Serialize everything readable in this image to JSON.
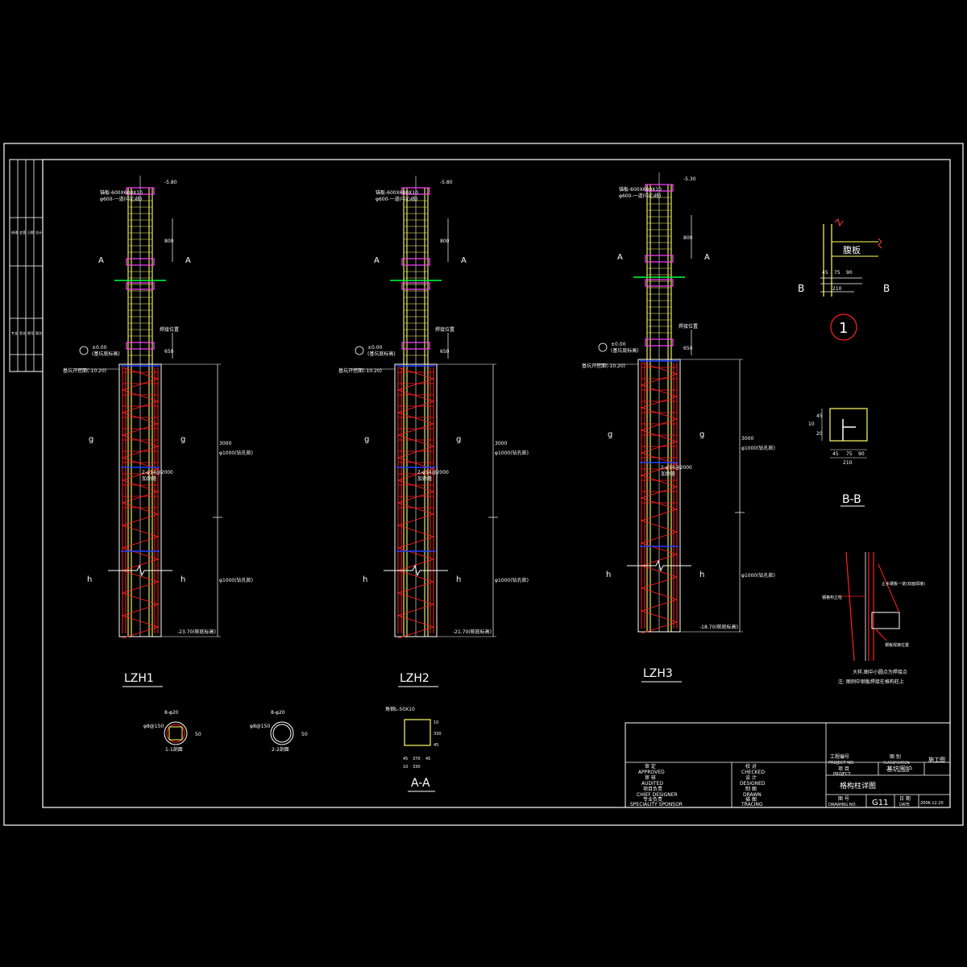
{
  "colors": {
    "background": "#000000",
    "border": "#ffffff",
    "column": "#ffff66",
    "pile_rebar": "#ff2020",
    "stirrup_ring": "#2040ff",
    "purple": "#ff40ff",
    "green": "#00ff40",
    "text": "#ffffff"
  },
  "columns": [
    {
      "title": "LZH1",
      "top_elevation": "-5.80",
      "pile_top_label": "基坑开挖面(-10.20)",
      "pile_bottom_label": "-23.70(桩底标高)",
      "section_a": "A",
      "section_g": "g",
      "section_h": "h",
      "anchor_label": "锚板-600X600X10",
      "anchor_sub": "φ600-一道(中心线)",
      "weld_label": "焊接位置",
      "dim_top": "800",
      "dim_mid": "650",
      "dim_upper": "3000",
      "dim_upper_sub": "φ1000(钻孔桩)",
      "dim_lower": "φ1000(钻孔桩)",
      "stirrup_label": "2-φ14@2000",
      "stirrup_sub": "加劲箍",
      "circle_mark": "±0.00",
      "circle_sub": "(基坑底标高)"
    },
    {
      "title": "LZH2",
      "top_elevation": "-5.80",
      "pile_top_label": "基坑开挖面(-10.20)",
      "pile_bottom_label": "-21.70(桩底标高)",
      "section_a": "A",
      "section_g": "g",
      "section_h": "h",
      "anchor_label": "锚板-600X600X10",
      "anchor_sub": "φ600-一道(中心线)",
      "weld_label": "焊接位置",
      "dim_top": "800",
      "dim_mid": "650",
      "dim_upper": "3000",
      "dim_upper_sub": "φ1000(钻孔桩)",
      "dim_lower": "φ1000(钻孔桩)",
      "stirrup_label": "2-φ14@2000",
      "stirrup_sub": "加劲箍",
      "circle_mark": "±0.00",
      "circle_sub": "(基坑底标高)"
    },
    {
      "title": "LZH3",
      "top_elevation": "-5.30",
      "pile_top_label": "基坑开挖面(-10.20)",
      "pile_bottom_label": "-18.70(桩底标高)",
      "section_a": "A",
      "section_g": "g",
      "section_h": "h",
      "anchor_label": "锚板-600X600X10",
      "anchor_sub": "φ600-一道(中心线)",
      "weld_label": "焊接位置",
      "dim_top": "800",
      "dim_mid": "650",
      "dim_upper": "3000",
      "dim_upper_sub": "φ1000(钻孔桩)",
      "dim_lower": "φ1000(钻孔桩)",
      "stirrup_label": "2-φ14@2000",
      "stirrup_sub": "加劲箍",
      "circle_mark": "±0.00",
      "circle_sub": "(基坑底标高)"
    }
  ],
  "detail1": {
    "label_plate": "腹板",
    "section_b": "B",
    "marker": "1",
    "dims": [
      "45",
      "75",
      "90"
    ],
    "dim_total": "210"
  },
  "detail_bb": {
    "title": "B-B",
    "dims_bottom": [
      "45",
      "75",
      "90"
    ],
    "dim_total": "210",
    "dims_side": [
      "10",
      "45",
      "20"
    ]
  },
  "anchor_detail": {
    "label_left": "钢格构立柱",
    "label_right": "止水钢板一道(双面焊接)",
    "label_bottom": "钢板焊接位置",
    "note1": "大样,图中小圆点为焊接点",
    "note2": "注: 图例中钢板焊接在格构柱上"
  },
  "small_sections": [
    {
      "top": "8-φ20",
      "left": "φ8@150",
      "right": "50",
      "name": "1-1剖面"
    },
    {
      "top": "8-φ20",
      "left": "φ8@150",
      "right": "50",
      "name": "2-2剖面"
    }
  ],
  "aa_section": {
    "title": "A-A",
    "top_label": "角钢L-50X10",
    "dims_bottom": [
      "45",
      "370",
      "45"
    ],
    "dims_bottom2": [
      "10",
      "330"
    ],
    "dims_side": [
      "10",
      "330",
      "45"
    ]
  },
  "title_block": {
    "approved": "审 定",
    "approved_en": "APPROVED",
    "audited": "审 核",
    "audited_en": "AUDITED",
    "chief": "项目负责",
    "chief_en": "CHIEF DESIGNER",
    "specialty": "专业负责",
    "specialty_en": "SPECIALITY SPONSOR",
    "checked": "校 对",
    "checked_en": "CHECKED",
    "designed": "设 计",
    "designed_en": "DESIGNED",
    "drawn": "制 图",
    "drawn_en": "DRAWN",
    "tracing": "描 图",
    "tracing_en": "TRACING",
    "project_no": "工程编号",
    "project_no_en": "PROJECT NO.",
    "classification": "图 别",
    "classification_en": "CLASSIFICATION",
    "class_value": "施工图",
    "project": "项 目",
    "project_en": "PROJECT",
    "project_value": "基坑围护",
    "drawing_title": "格构柱详图",
    "drawing_no": "图 号",
    "drawing_no_en": "DRAWING NO.",
    "drawing_no_value": "G11",
    "date": "日 期",
    "date_en": "DATE",
    "date_value": "2006.12.20"
  },
  "side_strip": {
    "rows": [
      "修改",
      "会签",
      "日期",
      "设计",
      "专业",
      "签名",
      "图号",
      "版次"
    ]
  }
}
